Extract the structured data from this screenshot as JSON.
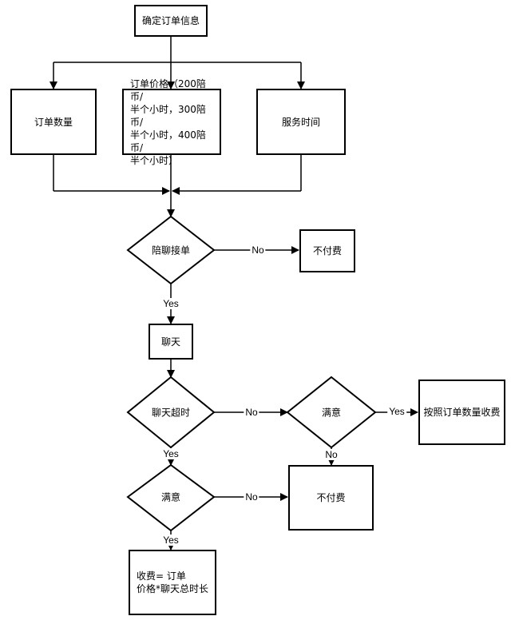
{
  "nodes": {
    "confirm_order": "确定订单信息",
    "order_quantity": "订单数量",
    "order_price": "订单价格（200陪币/\n半个小时，300陪币/\n半个小时，400陪币/\n半个小时）",
    "service_time": "服务时间",
    "accept_order": "陪聊接单",
    "no_charge_1": "不付费",
    "chat": "聊天",
    "chat_timeout": "聊天超时",
    "satisfied_1": "满意",
    "charge_by_quantity": "按照订单数量收费",
    "satisfied_2": "满意",
    "no_charge_2": "不付费",
    "fee_formula": "收费=         订单\n价格*聊天总时长"
  },
  "edges": {
    "accept_no": "No",
    "accept_yes": "Yes",
    "timeout_no": "No",
    "satisfied1_yes": "Yes",
    "satisfied1_no": "No",
    "timeout_yes": "Yes",
    "satisfied2_no": "No",
    "satisfied2_yes": "Yes"
  }
}
